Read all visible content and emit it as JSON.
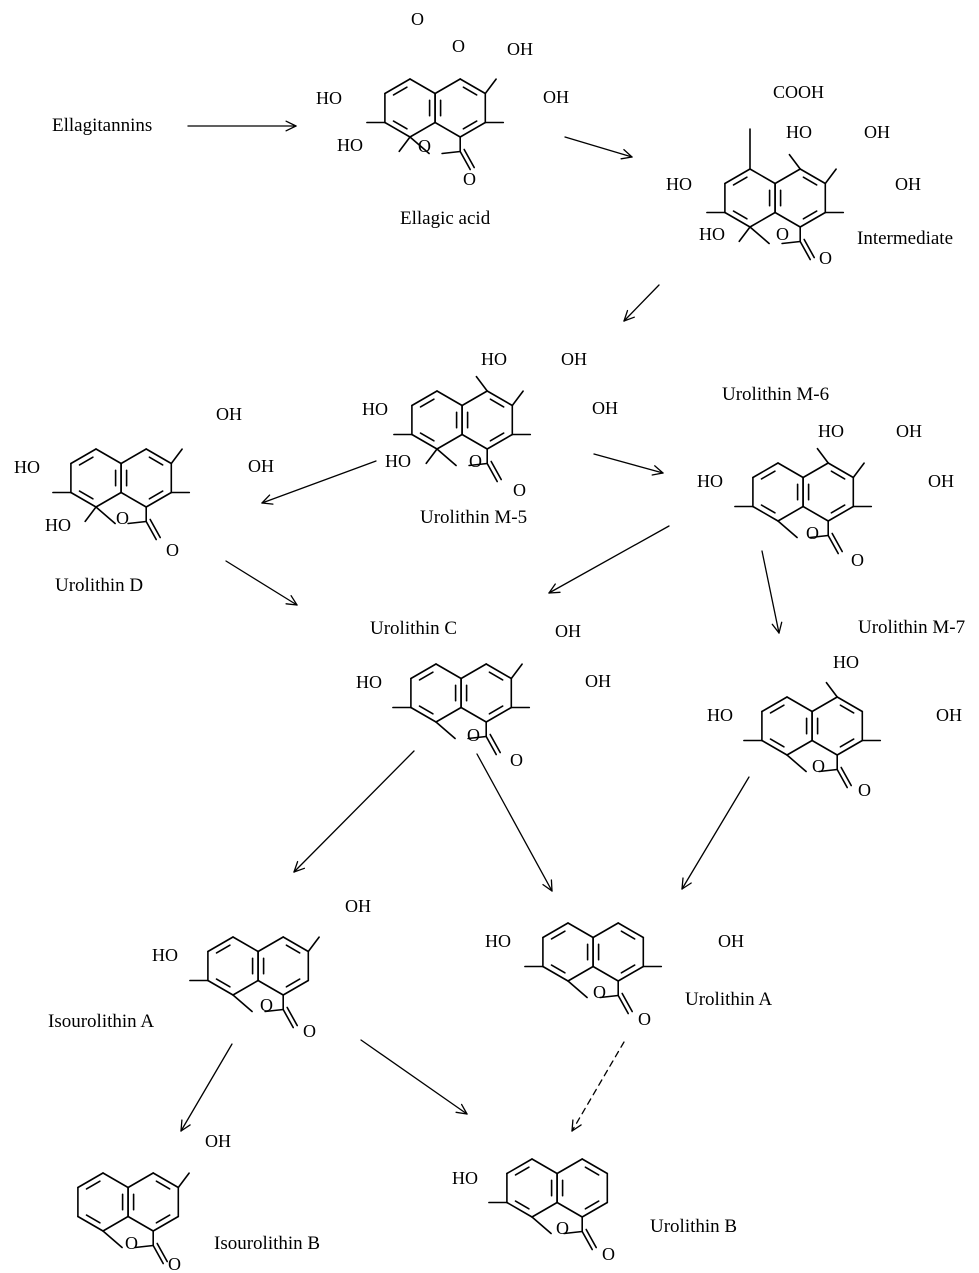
{
  "title": "",
  "start_label": "Ellagitannins",
  "compounds": [
    {
      "id": "ellagic-acid",
      "name": "Ellagic acid",
      "subs": [
        "O",
        "O",
        "OH",
        "OH",
        "HO",
        "HO",
        "O",
        "O"
      ]
    },
    {
      "id": "intermediate",
      "name": "Intermediate",
      "subs": [
        "COOH",
        "HO",
        "OH",
        "OH",
        "HO",
        "HO",
        "O",
        "O"
      ]
    },
    {
      "id": "urolithin-m5",
      "name": "Urolithin M-5",
      "subs": [
        "HO",
        "OH",
        "OH",
        "HO",
        "HO",
        "O",
        "O"
      ]
    },
    {
      "id": "urolithin-m6",
      "name": "Urolithin M-6",
      "subs": [
        "HO",
        "OH",
        "OH",
        "HO",
        "O",
        "O"
      ]
    },
    {
      "id": "urolithin-d",
      "name": "Urolithin D",
      "subs": [
        "OH",
        "OH",
        "HO",
        "HO",
        "O",
        "O"
      ]
    },
    {
      "id": "urolithin-c",
      "name": "Urolithin C",
      "subs": [
        "OH",
        "OH",
        "HO",
        "O",
        "O"
      ]
    },
    {
      "id": "urolithin-m7",
      "name": "Urolithin M-7",
      "subs": [
        "HO",
        "OH",
        "HO",
        "O",
        "O"
      ]
    },
    {
      "id": "isourolithin-a",
      "name": "Isourolithin A",
      "subs": [
        "OH",
        "HO",
        "O",
        "O"
      ]
    },
    {
      "id": "urolithin-a",
      "name": "Urolithin A",
      "subs": [
        "HO",
        "OH",
        "O",
        "O"
      ]
    },
    {
      "id": "isourolithin-b",
      "name": "Isourolithin B",
      "subs": [
        "OH",
        "O",
        "O"
      ]
    },
    {
      "id": "urolithin-b",
      "name": "Urolithin B",
      "subs": [
        "HO",
        "O",
        "O"
      ]
    }
  ],
  "arrows": [
    {
      "from": "ellagitannins",
      "to": "ellagic-acid",
      "style": "solid"
    },
    {
      "from": "ellagic-acid",
      "to": "intermediate",
      "style": "solid"
    },
    {
      "from": "intermediate",
      "to": "urolithin-m5",
      "style": "solid"
    },
    {
      "from": "urolithin-m5",
      "to": "urolithin-d",
      "style": "solid"
    },
    {
      "from": "urolithin-m5",
      "to": "urolithin-m6",
      "style": "solid"
    },
    {
      "from": "urolithin-d",
      "to": "urolithin-c",
      "style": "solid"
    },
    {
      "from": "urolithin-m6",
      "to": "urolithin-c",
      "style": "solid"
    },
    {
      "from": "urolithin-m6",
      "to": "urolithin-m7",
      "style": "solid"
    },
    {
      "from": "urolithin-c",
      "to": "isourolithin-a",
      "style": "solid"
    },
    {
      "from": "urolithin-c",
      "to": "urolithin-a",
      "style": "solid"
    },
    {
      "from": "urolithin-m7",
      "to": "urolithin-a",
      "style": "solid"
    },
    {
      "from": "isourolithin-a",
      "to": "isourolithin-b",
      "style": "solid"
    },
    {
      "from": "isourolithin-a",
      "to": "urolithin-b",
      "style": "solid"
    },
    {
      "from": "urolithin-a",
      "to": "urolithin-b",
      "style": "dashed"
    }
  ]
}
